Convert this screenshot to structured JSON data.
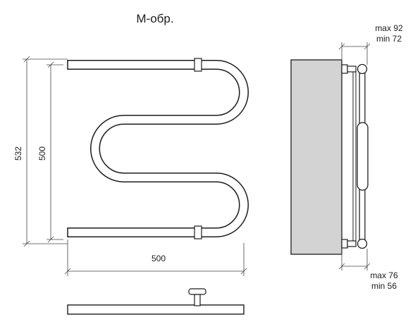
{
  "title": "М-обр.",
  "dimensions": {
    "overall_height": "532",
    "inner_height": "500",
    "width": "500",
    "depth_top_max": "max 92",
    "depth_top_min": "min 72",
    "depth_bottom_max": "max 76",
    "depth_bottom_min": "min 56"
  },
  "colors": {
    "line": "#1c1c1c",
    "wall_fill": "#d3d3d3",
    "text": "#1a1a1a"
  }
}
